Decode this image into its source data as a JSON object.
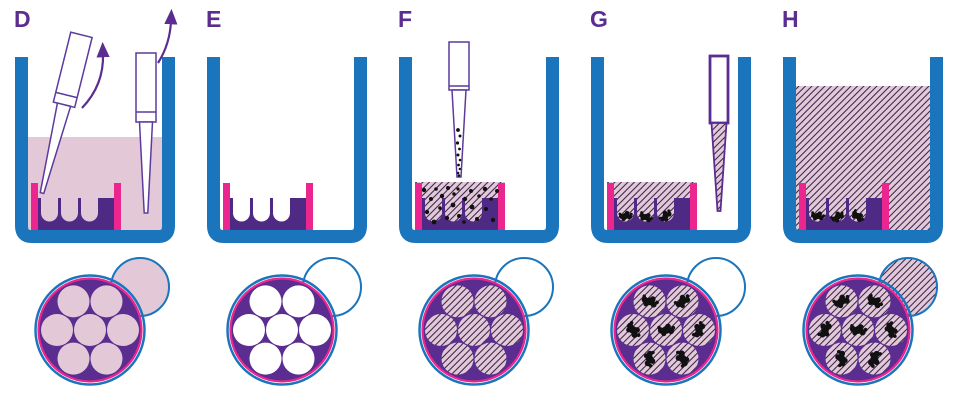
{
  "figure": {
    "type": "laboratory-protocol-diagram",
    "description_visible_text_only": true
  },
  "panels": [
    {
      "label": "D"
    },
    {
      "label": "E"
    },
    {
      "label": "F"
    },
    {
      "label": "G"
    },
    {
      "label": "H"
    }
  ],
  "counts": {
    "side_view_microwells_per_insert": 3,
    "top_view_microwells_per_dish": 7
  },
  "colors": {
    "blue": "#1B75BC",
    "purple": "#5B2D90",
    "insertPurple": "#4F2A85",
    "pink": "#EC268F",
    "lightpink": "#E3C9D8",
    "hatchline": "#3C2B4F",
    "pipetteOutline": "#5C3A9E",
    "cell": "#111111",
    "white": "#FFFFFF"
  },
  "icons": {
    "pipette": "tapered-tip-pipette",
    "arrow": "curved-withdrawal-arrow",
    "cell_cluster": "black-cell-aggregate",
    "hatch": "diagonal-hatched-liquid"
  }
}
